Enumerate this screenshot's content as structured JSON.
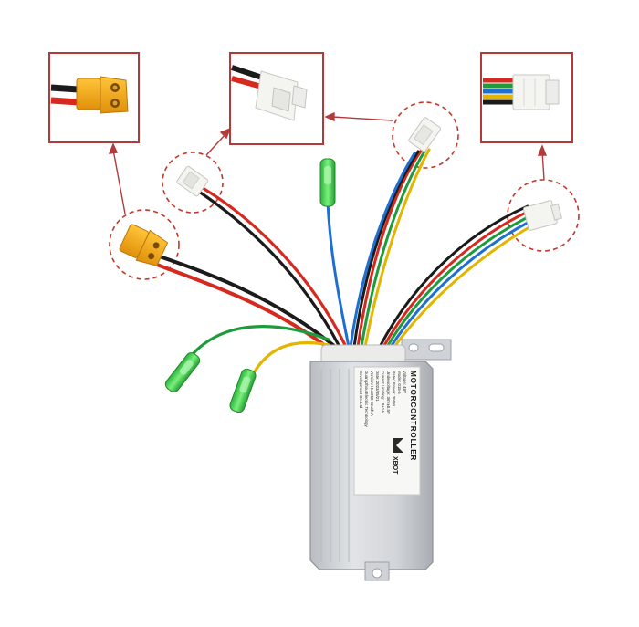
{
  "label": {
    "title": "MOTORCONTROLLER",
    "lines": [
      "Voltage: 48V",
      "Model: 015-6",
      "Rated Power: 350W",
      "Undervoltage: 36V±0.5V",
      "Current Limiting: 18±1A",
      "Date: 2023/05/21",
      "Version: Hub250-Brush-A",
      "Guangzhou Electric Technology",
      "Development Co.,Ltd"
    ],
    "brand": "XBOT"
  },
  "colors": {
    "box_frame": "#b33a3a",
    "dashed_circle": "#c0392b",
    "wire_red": "#d42a20",
    "wire_black": "#1b1b1b",
    "wire_blue": "#1f6fd1",
    "wire_green": "#1e9b3a",
    "wire_yellow": "#e3b400",
    "connector_yellow": "#f3a91a",
    "connector_white": "#f4f4f1",
    "green_terminal": "#39d24a",
    "controller_body": "#d4d7db"
  }
}
